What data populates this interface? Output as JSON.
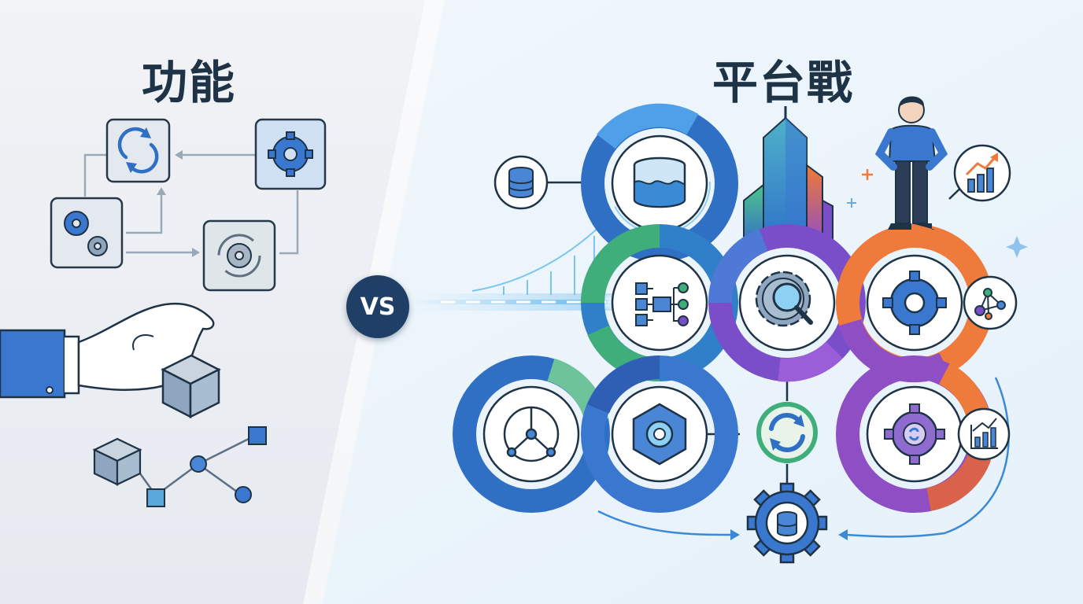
{
  "left": {
    "title": "功能"
  },
  "right": {
    "title": "平台戰"
  },
  "vs": {
    "label": "VS"
  },
  "palette": {
    "navy": "#1f3346",
    "blue": "#3a78d0",
    "green": "#3fae7a",
    "purple": "#7a4ec8",
    "orange": "#ee7a3c",
    "iconBlue": "#4a86d6",
    "tileGrey": "#e4e9ef"
  },
  "icons": {
    "left": [
      "refresh-icon",
      "gear-icon",
      "gears-icon",
      "sync-gear-icon",
      "hand-icon",
      "cube-icon"
    ],
    "right": [
      "database-icon",
      "database-lake-icon",
      "flowchart-icon",
      "gear-search-icon",
      "gear-icon",
      "network-icon",
      "cycle-icon",
      "hexagon-gear-icon",
      "sync-arrows-icon",
      "gear-chart-icon",
      "bar-chart-icon",
      "gear-database-icon",
      "skyscraper-icon",
      "person-icon",
      "bridge-icon"
    ]
  }
}
